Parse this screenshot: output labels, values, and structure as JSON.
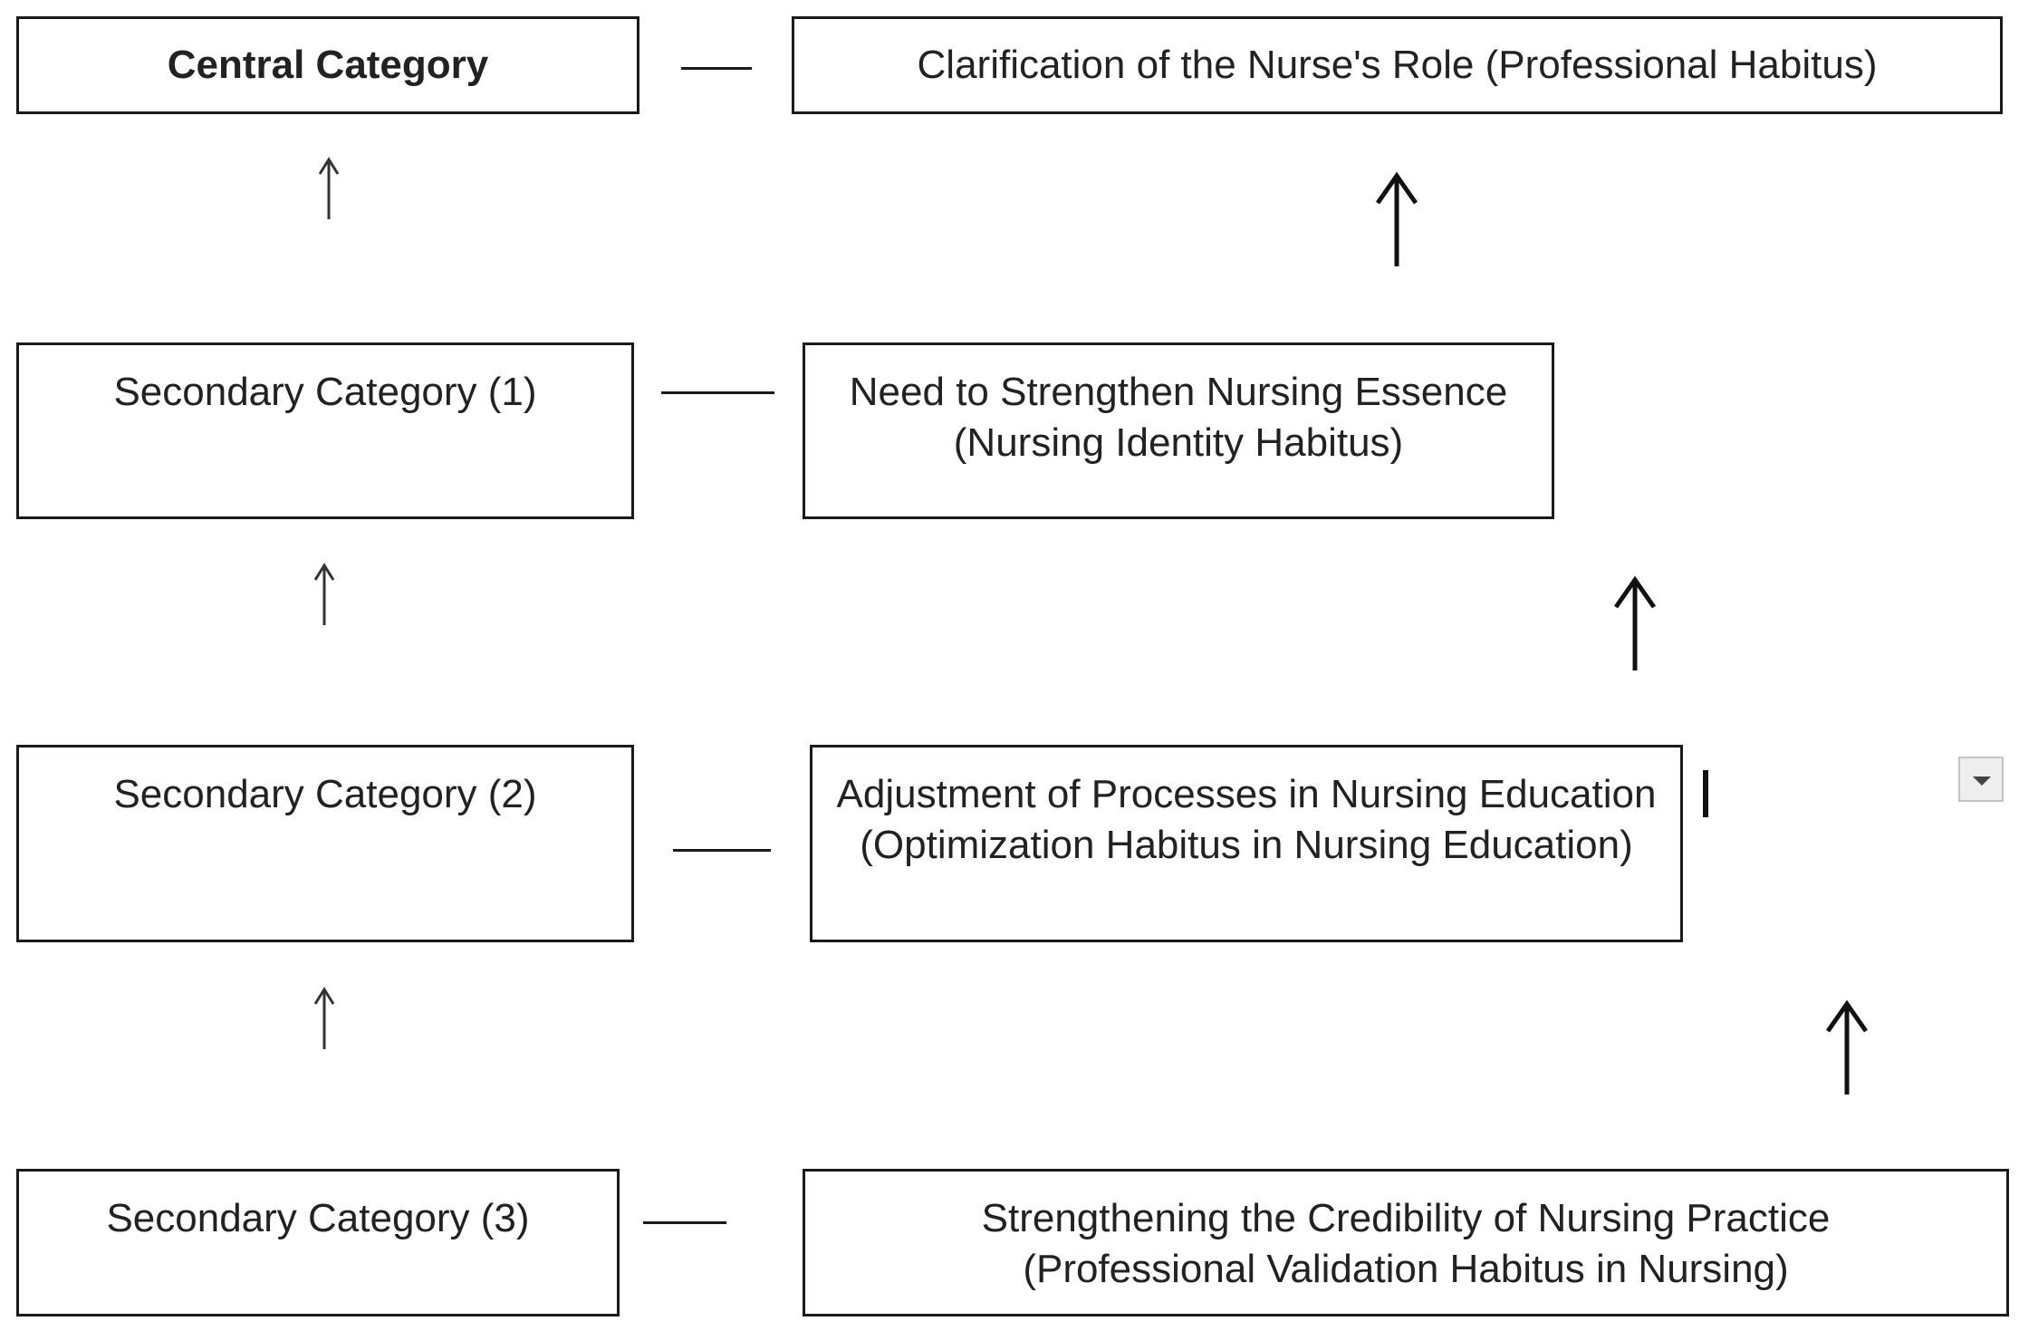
{
  "left_column": {
    "central": "Central Category",
    "secondary_1": "Secondary Category (1)",
    "secondary_2": "Secondary Category (2)",
    "secondary_3": "Secondary Category (3)"
  },
  "right_column": {
    "central": "Clarification of the Nurse's Role (Professional Habitus)",
    "secondary_1": "Need to Strengthen Nursing Essence (Nursing Identity Habitus)",
    "secondary_2": "Adjustment of Processes in Nursing Education (Optimization Habitus in Nursing Education)",
    "secondary_3": "Strengthening the Credibility of Nursing Practice (Professional Validation Habitus in Nursing)"
  },
  "icons": {
    "arrow": "up-arrow-icon",
    "dropdown": "chevron-down-icon"
  },
  "colors": {
    "border": "#1a1a1a",
    "text": "#222222",
    "background": "#ffffff"
  }
}
